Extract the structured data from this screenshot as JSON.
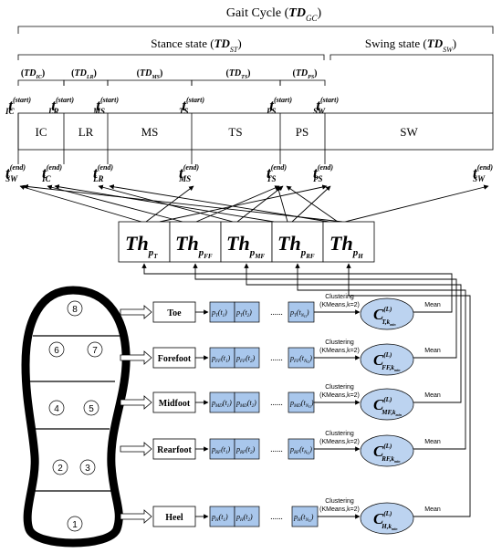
{
  "header": {
    "gait_cycle_label": "Gait Cycle (",
    "gait_cycle_sym": "TD",
    "gait_cycle_sub": "GC",
    "close_paren": ")",
    "stance_label": "Stance state (",
    "stance_sym": "TD",
    "stance_sub": "ST",
    "swing_label": "Swing state (",
    "swing_sym": "TD",
    "swing_sub": "SW"
  },
  "sub_phases": [
    {
      "sym": "TD",
      "sub": "IC"
    },
    {
      "sym": "TD",
      "sub": "LR"
    },
    {
      "sym": "TD",
      "sub": "MS"
    },
    {
      "sym": "TD",
      "sub": "TS"
    },
    {
      "sym": "TD",
      "sub": "PS"
    }
  ],
  "start_markers": [
    {
      "sup": "(start)",
      "sub": "IC"
    },
    {
      "sup": "(start)",
      "sub": "LR"
    },
    {
      "sup": "(start)",
      "sub": "MS"
    },
    {
      "sup": "(start)",
      "sub": "TS"
    },
    {
      "sup": "(start)",
      "sub": "PS"
    },
    {
      "sup": "(start)",
      "sub": "SW"
    }
  ],
  "phase_cells": [
    "IC",
    "LR",
    "MS",
    "TS",
    "PS",
    "SW"
  ],
  "end_markers": [
    {
      "sup": "(end)",
      "sub": "SW"
    },
    {
      "sup": "(end)",
      "sub": "IC"
    },
    {
      "sup": "(end)",
      "sub": "LR"
    },
    {
      "sup": "(end)",
      "sub": "MS"
    },
    {
      "sup": "(end)",
      "sub": "TS"
    },
    {
      "sup": "(end)",
      "sub": "PS"
    },
    {
      "sup": "(end)",
      "sub": "SW"
    }
  ],
  "t_symbol": "t",
  "thresholds": [
    {
      "sym": "Th",
      "sub": "p",
      "subsub": "T"
    },
    {
      "sym": "Th",
      "sub": "p",
      "subsub": "FF"
    },
    {
      "sym": "Th",
      "sub": "p",
      "subsub": "MF"
    },
    {
      "sym": "Th",
      "sub": "p",
      "subsub": "RF"
    },
    {
      "sym": "Th",
      "sub": "p",
      "subsub": "H"
    }
  ],
  "sensor_numbers": [
    "8",
    "6",
    "7",
    "4",
    "5",
    "2",
    "3",
    "1"
  ],
  "regions": [
    {
      "name": "Toe",
      "c1": "p",
      "c1s": "T",
      "c2": "p",
      "c2s": "T",
      "cn": "p",
      "cns": "T",
      "csub": "T,k"
    },
    {
      "name": "Forefoot",
      "c1": "p",
      "c1s": "FF",
      "c2": "p",
      "c2s": "FF",
      "cn": "p",
      "cns": "FF",
      "csub": "FF,k"
    },
    {
      "name": "Midfoot",
      "c1": "p",
      "c1s": "MD",
      "c2": "p",
      "c2s": "MD",
      "cn": "p",
      "cns": "MD",
      "csub": "MF,k"
    },
    {
      "name": "Rearfoot",
      "c1": "p",
      "c1s": "RF",
      "c2": "p",
      "c2s": "RF",
      "cn": "p",
      "cns": "RF",
      "csub": "RF,k"
    },
    {
      "name": "Heel",
      "c1": "p",
      "c1s": "H",
      "c2": "p",
      "c2s": "H",
      "cn": "p",
      "cns": "H",
      "csub": "H,k"
    }
  ],
  "t1": "(t",
  "t1s": "1",
  "t2s": "2",
  "tns": "N",
  "tnss": "G",
  "dots": "......",
  "clustering_label": "Clustering",
  "kmeans_label": "(KMeans,k=2)",
  "mean_label": "Mean",
  "c_symbol": "C",
  "c_sup": "(L)",
  "c_min": "min",
  "colors": {
    "cell_fill": "#a9c7ec",
    "ellipse_fill": "#bcd3f0",
    "stroke": "#000000"
  }
}
